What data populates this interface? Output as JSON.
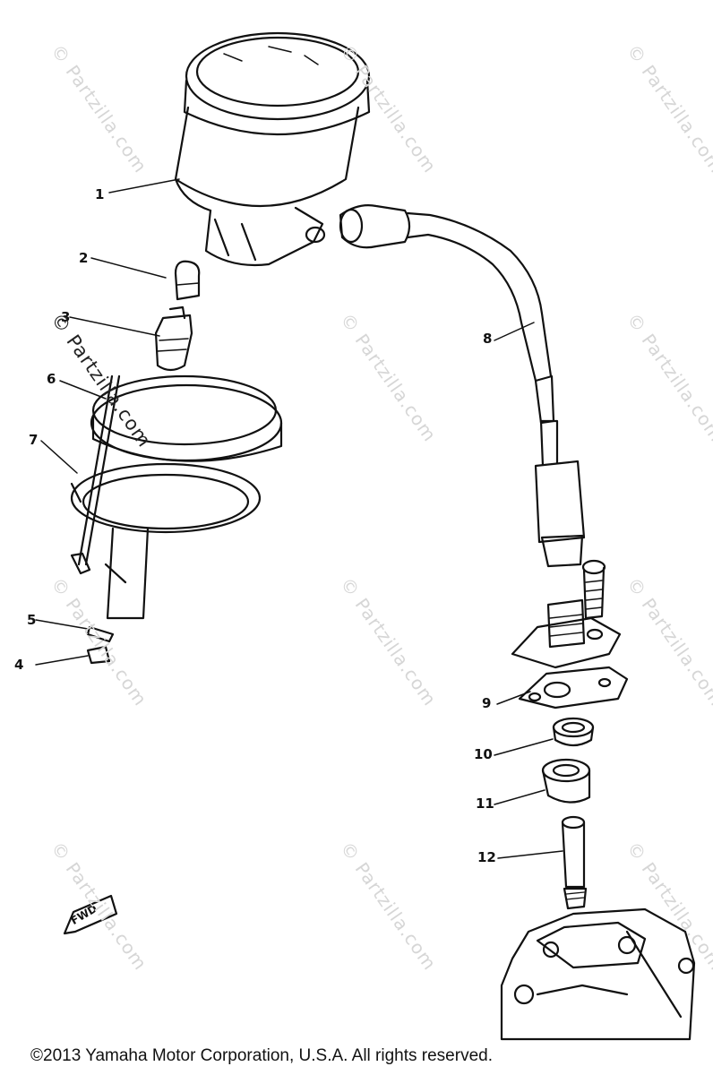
{
  "callouts": [
    "1",
    "2",
    "3",
    "6",
    "7",
    "5",
    "4",
    "8",
    "9",
    "10",
    "11",
    "12"
  ],
  "watermark": "© Partzilla.com",
  "fwd": "FWD",
  "copyright": "©2013 Yamaha Motor Corporation, U.S.A. All rights reserved."
}
